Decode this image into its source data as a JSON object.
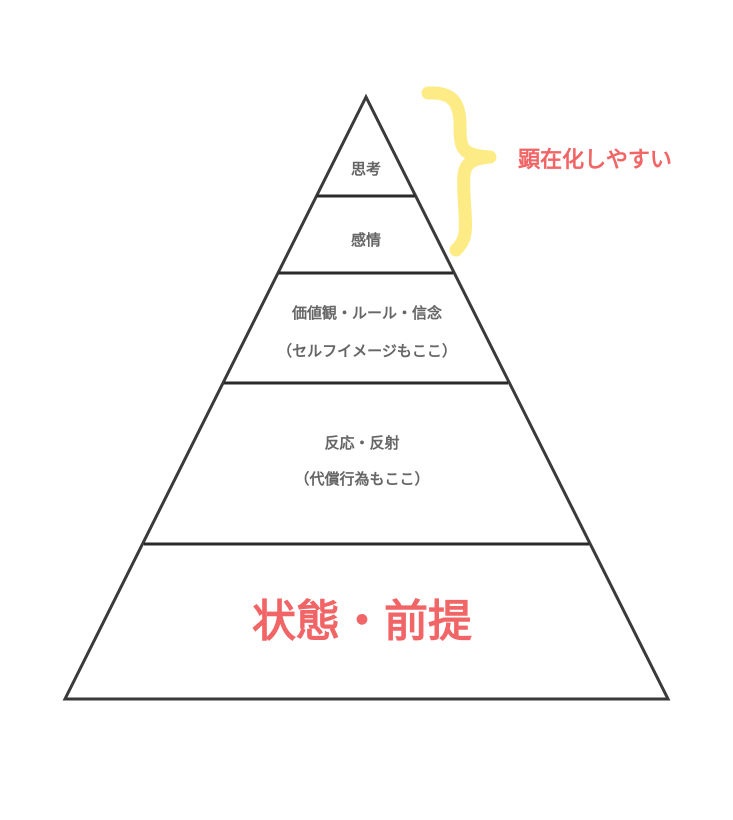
{
  "diagram": {
    "type": "pyramid",
    "colors": {
      "outline": "#3a3a3a",
      "label_text": "#666666",
      "accent_text": "#f26566",
      "brace": "#fdeb85"
    },
    "layers": [
      {
        "id": "thought",
        "title": "思考",
        "note": ""
      },
      {
        "id": "emotion",
        "title": "感情",
        "note": ""
      },
      {
        "id": "values",
        "title": "価値観・ルール・信念",
        "note": "（セルフイメージもここ）"
      },
      {
        "id": "reaction",
        "title": "反応・反射",
        "note": "（代償行為もここ）"
      },
      {
        "id": "state",
        "title": "状態・前提",
        "note": ""
      }
    ],
    "annotation": {
      "label": "顕在化しやすい",
      "spans_layers": [
        "思考",
        "感情"
      ]
    }
  }
}
